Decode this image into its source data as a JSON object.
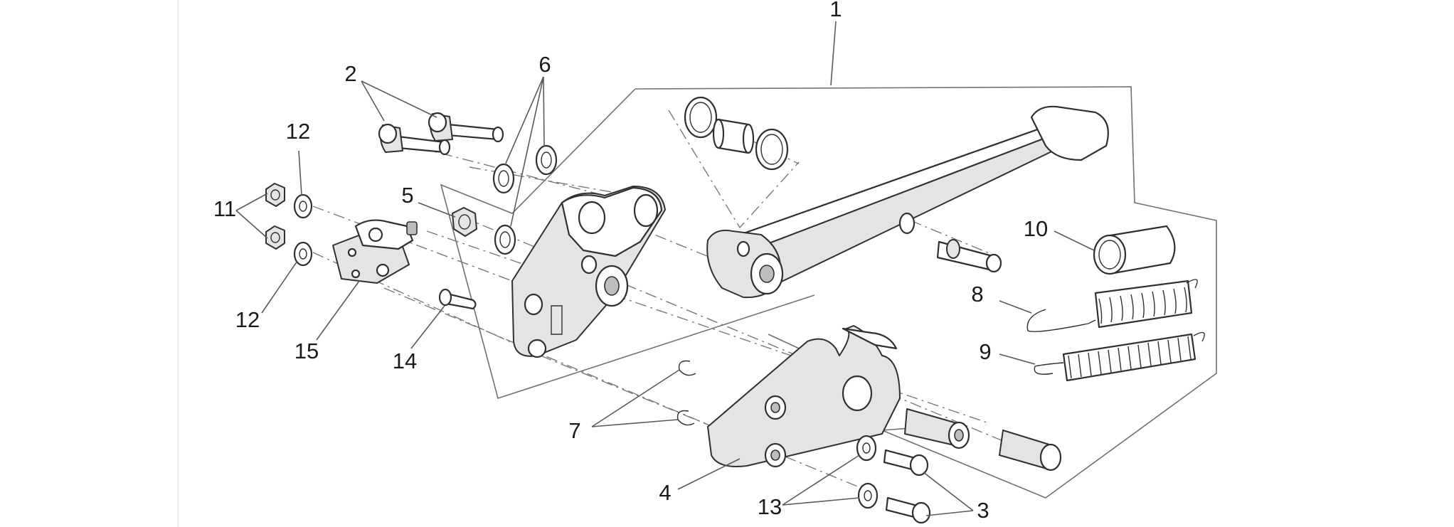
{
  "diagram": {
    "callouts": [
      {
        "id": "1",
        "text": "1"
      },
      {
        "id": "2",
        "text": "2"
      },
      {
        "id": "3",
        "text": "3"
      },
      {
        "id": "4",
        "text": "4"
      },
      {
        "id": "5",
        "text": "5"
      },
      {
        "id": "6",
        "text": "6"
      },
      {
        "id": "7",
        "text": "7"
      },
      {
        "id": "8",
        "text": "8"
      },
      {
        "id": "9",
        "text": "9"
      },
      {
        "id": "10",
        "text": "10"
      },
      {
        "id": "11",
        "text": "11"
      },
      {
        "id": "12a",
        "text": "12"
      },
      {
        "id": "12b",
        "text": "12"
      },
      {
        "id": "13",
        "text": "13"
      },
      {
        "id": "14",
        "text": "14"
      },
      {
        "id": "15",
        "text": "15"
      }
    ]
  }
}
